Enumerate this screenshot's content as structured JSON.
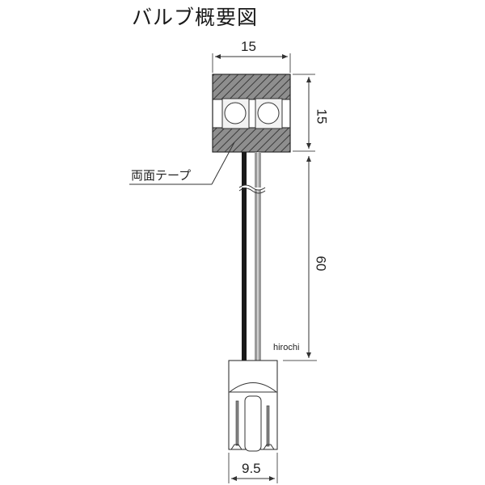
{
  "title": "バルブ概要図",
  "dimensions": {
    "top_width": "15",
    "head_height": "15",
    "cable_length": "60",
    "base_width": "9.5"
  },
  "labels": {
    "tape": "両面テープ"
  },
  "watermark": "hirochi",
  "colors": {
    "hatch_fill": "#8c8c8c",
    "line": "#222222",
    "dim_line": "#555555",
    "wire_black": "#1a1a1a",
    "wire_gray": "#9a9a9a"
  }
}
